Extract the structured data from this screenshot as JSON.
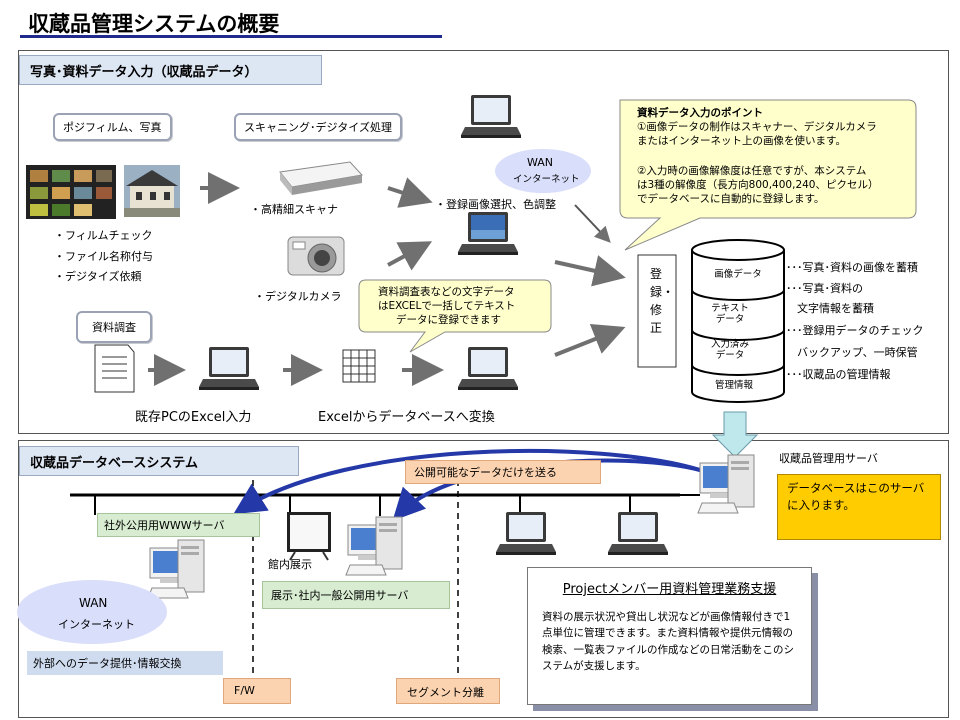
{
  "title": "収蔵品管理システムの概要",
  "top_section": {
    "tab": "写真･資料データ入力（収蔵品データ）",
    "labels": {
      "positive_film": "ポジフィルム、写真",
      "scanning": "スキャニング･デジタイズ処理",
      "material_survey": "資料調査"
    },
    "film_tasks": [
      "・フィルムチェック",
      "・ファイル名称付与",
      "・デジタイズ依頼"
    ],
    "high_res_scanner": "・高精細スキャナ",
    "digital_camera": "・デジタルカメラ",
    "image_select": "・登録画像選択、色調整",
    "wan": "WAN",
    "internet": "インターネット",
    "registration_box": "登録・修正",
    "excel_existing": "既存PCのExcel入力",
    "excel_to_db": "Excelからデータベースへ変換",
    "callout_excel": [
      "資料調査表などの文字データ",
      "はEXCELで一括してテキスト",
      "データに登録できます"
    ],
    "callout_points": {
      "title": "資料データ入力のポイント",
      "lines": [
        "①画像データの制作はスキャナー、デジタルカメラ",
        "またはインターネット上の画像を使います。",
        "",
        "②入力時の画像解像度は任意ですが、本システム",
        "は3種の解像度（長方向800,400,240、ピクセル）",
        "でデータベースに自動的に登録します。"
      ]
    },
    "db_layers": [
      "画像データ",
      "テキスト\nデータ",
      "入力済み\nデータ",
      "管理情報"
    ],
    "db_notes": [
      "･･･写真･資料の画像を蓄積",
      "･･･写真･資料の",
      "文字情報を蓄積",
      "･･･登録用データのチェック",
      "バックアップ、一時保管",
      "･･･収蔵品の管理情報"
    ]
  },
  "bottom_section": {
    "tab": "収蔵品データベースシステム",
    "server_label": "収蔵品管理用サーバ",
    "db_in_server": "データベースはこのサーバに入ります。",
    "publish_only": "公開可能なデータだけを送る",
    "external_www": "社外公用用WWWサーバ",
    "in_house_display": "館内展示",
    "display_server": "展示･社内一般公開用サーバ",
    "wan": "WAN",
    "internet": "インターネット",
    "external_exchange": "外部へのデータ提供･情報交換",
    "fw": "F/W",
    "segment": "セグメント分離",
    "project": {
      "heading": "Projectメンバー用資料管理業務支援",
      "body": "資料の展示状況や貸出し状況などが画像情報付きで1点単位に管理できます。また資料情報や提供元情報の検索、一覧表ファイルの作成などの日常活動をこのシステムが支援します。"
    }
  },
  "colors": {
    "title_rule": "#1f2a8c",
    "tab_bg": "#dde6f3",
    "arrow": "#707070",
    "yellow": "#ffcc00",
    "callout": "#ffffcc",
    "blue_arrow": "#2438a8"
  }
}
